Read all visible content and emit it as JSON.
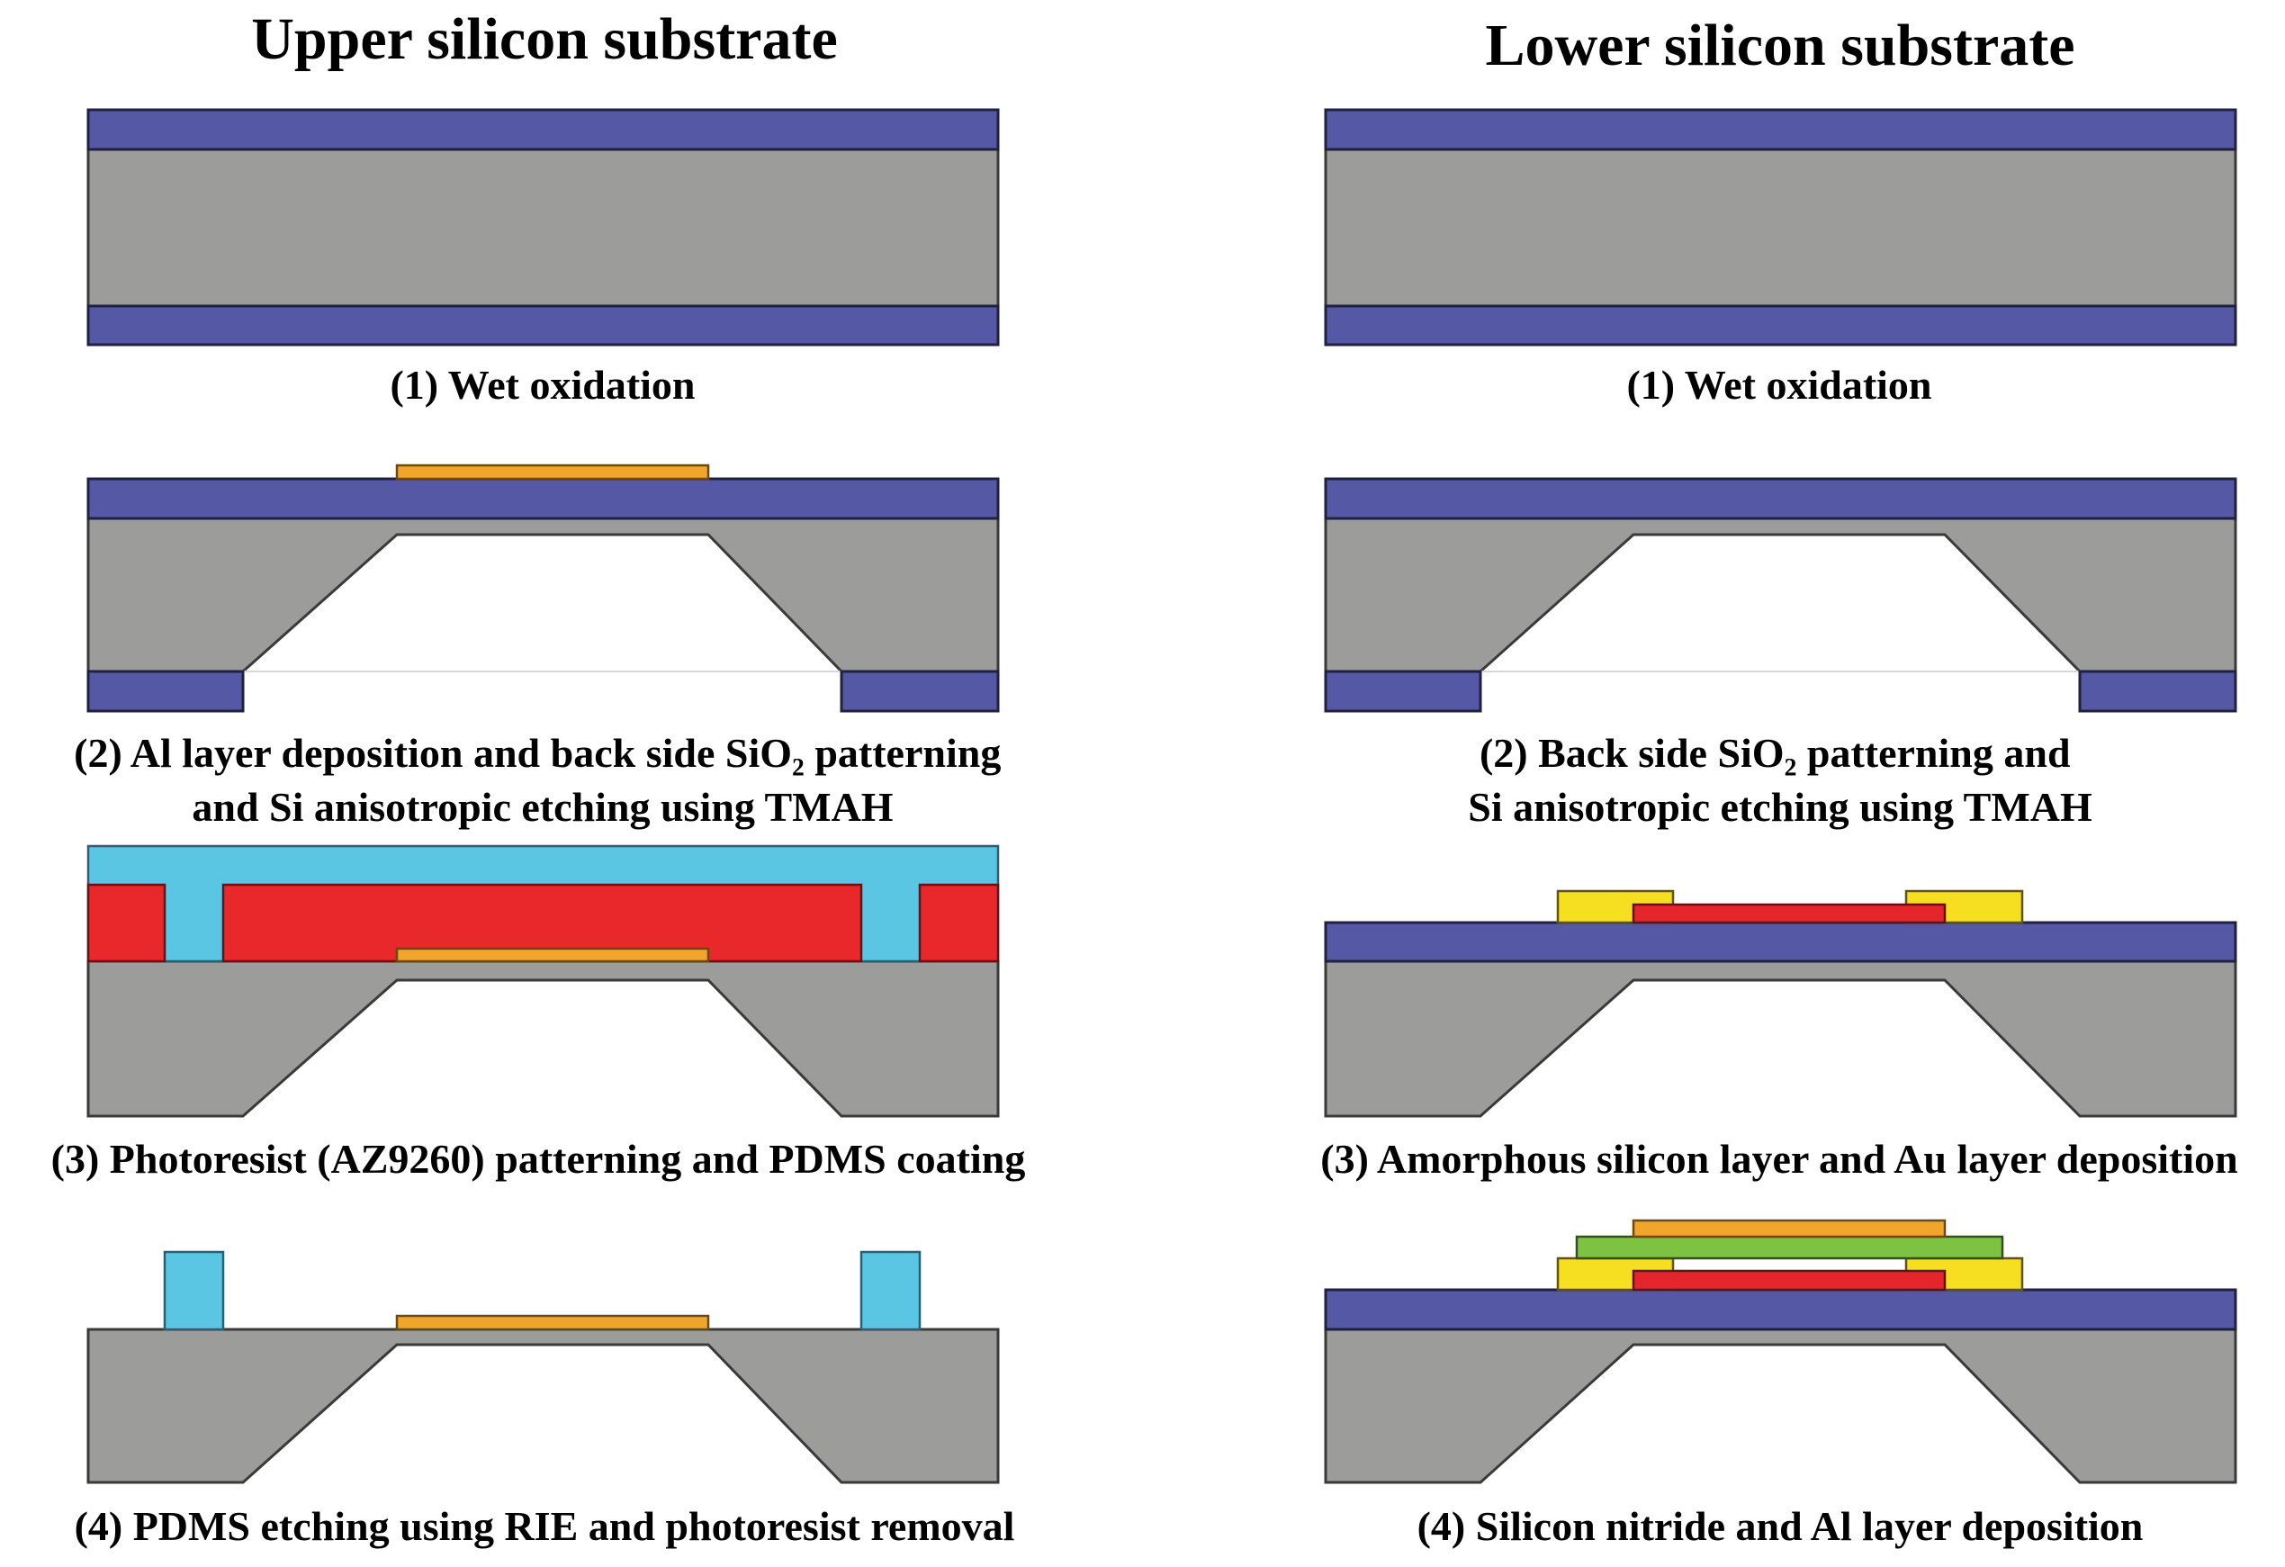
{
  "columns": {
    "upper": {
      "title": "Upper silicon substrate",
      "steps": [
        {
          "caption": [
            "(1) Wet oxidation"
          ]
        },
        {
          "caption": [
            "(2) Al layer deposition and back side SiO₂ patterning",
            "and Si anisotropic etching using TMAH"
          ]
        },
        {
          "caption": [
            "(3) Photoresist (AZ9260) patterning and PDMS coating"
          ]
        },
        {
          "caption": [
            "(4) PDMS etching using RIE and photoresist removal"
          ]
        }
      ]
    },
    "lower": {
      "title": "Lower silicon substrate",
      "steps": [
        {
          "caption": [
            "(1) Wet oxidation"
          ]
        },
        {
          "caption": [
            "(2) Back side SiO₂ patterning and",
            "Si anisotropic etching using TMAH"
          ]
        },
        {
          "caption": [
            "(3) Amorphous silicon layer and Au layer deposition"
          ]
        },
        {
          "caption": [
            "(4) Silicon nitride and Al layer deposition"
          ]
        }
      ]
    }
  },
  "colors": {
    "silicon": "#9c9d9b",
    "sio2": "#5558a5",
    "al": "#f1a52b",
    "pdms": "#5ac6e3",
    "photoresist": "#e8282b",
    "au": "#f6df21",
    "amorphous_si": "#e4252b",
    "silicon_nitride": "#7ec242"
  }
}
